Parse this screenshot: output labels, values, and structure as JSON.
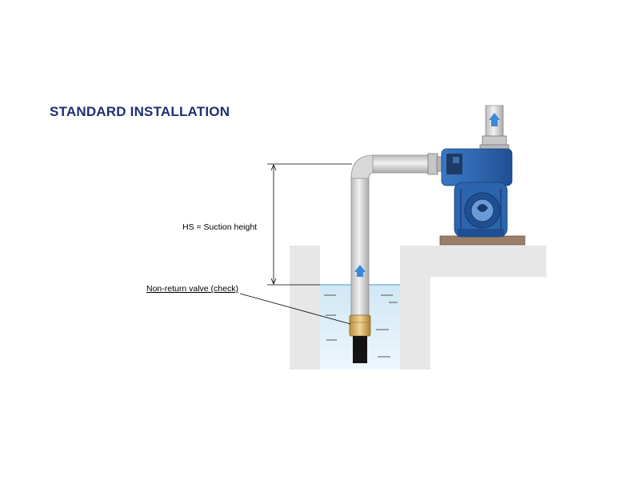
{
  "title": "STANDARD INSTALLATION",
  "labels": {
    "suction_height": "HS = Suction height",
    "valve": "Non-return valve (check)"
  },
  "colors": {
    "title": "#1f2f73",
    "wall": "#e7e7e7",
    "water": "#dff0f9",
    "pump": "#2b64ad",
    "pipe": "#d2d2d2",
    "arrow": "#3b8ad8",
    "valve": "#d8b36a",
    "base": "#9b7e68"
  }
}
